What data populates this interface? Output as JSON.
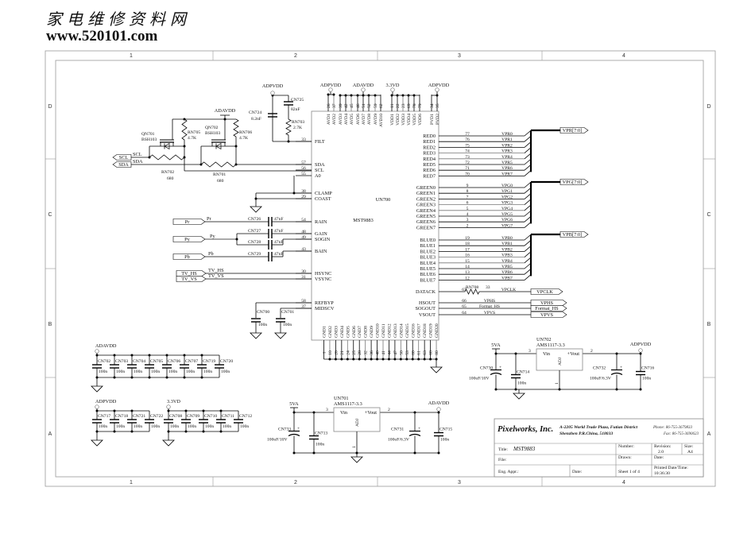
{
  "watermark": {
    "cn": "家电维修资料网",
    "url": "www.520101.com"
  },
  "frame": {
    "columns": [
      "1",
      "2",
      "3",
      "4"
    ],
    "rows": [
      "D",
      "C",
      "B",
      "A"
    ]
  },
  "power": {
    "adpvdd": "ADPVDD",
    "adavdd": "ADAVDD",
    "vd33": "3.3VD",
    "va5": "5VA"
  },
  "ic": {
    "ref": "UN700",
    "part": "MST9883",
    "top_pins": [
      {
        "pin": "26",
        "name": "AVD1"
      },
      {
        "pin": "37",
        "name": "AVD2"
      },
      {
        "pin": "39",
        "name": "AVD3"
      },
      {
        "pin": "42",
        "name": "AVD4"
      },
      {
        "pin": "45",
        "name": "AVD5"
      },
      {
        "pin": "46",
        "name": "AVD6"
      },
      {
        "pin": "51",
        "name": "AVD7"
      },
      {
        "pin": "52",
        "name": "AVD8"
      },
      {
        "pin": "59",
        "name": "AVD9"
      },
      {
        "pin": "62",
        "name": "AVD10"
      },
      {
        "pin": "11",
        "name": "VDD1"
      },
      {
        "pin": "22",
        "name": "VDD2"
      },
      {
        "pin": "23",
        "name": "VDD3"
      },
      {
        "pin": "69",
        "name": "VDD4"
      },
      {
        "pin": "78",
        "name": "VDD5"
      },
      {
        "pin": "79",
        "name": "VDD6"
      },
      {
        "pin": "34",
        "name": "PVD1"
      },
      {
        "pin": "35",
        "name": "PVD2"
      }
    ],
    "left_pins": [
      {
        "pin": "33",
        "name": "FILT"
      },
      {
        "pin": "57",
        "name": "SDA"
      },
      {
        "pin": "56",
        "name": "SCL"
      },
      {
        "pin": "55",
        "name": "A0"
      },
      {
        "pin": "38",
        "name": "CLAMP"
      },
      {
        "pin": "29",
        "name": "COAST"
      },
      {
        "pin": "54",
        "name": "RAIN"
      },
      {
        "pin": "48",
        "name": "GAIN"
      },
      {
        "pin": "49",
        "name": "SOGIN"
      },
      {
        "pin": "43",
        "name": "BAIN"
      },
      {
        "pin": "30",
        "name": "HSYNC"
      },
      {
        "pin": "31",
        "name": "VSYNC"
      },
      {
        "pin": "58",
        "name": "REFBYP"
      },
      {
        "pin": "37",
        "name": "MIDSCV"
      }
    ],
    "red": [
      {
        "name": "RED0",
        "pin": "77",
        "net": "VPR0"
      },
      {
        "name": "RED1",
        "pin": "76",
        "net": "VPR1"
      },
      {
        "name": "RED2",
        "pin": "75",
        "net": "VPR2"
      },
      {
        "name": "RED3",
        "pin": "74",
        "net": "VPR3"
      },
      {
        "name": "RED4",
        "pin": "73",
        "net": "VPR4"
      },
      {
        "name": "RED5",
        "pin": "72",
        "net": "VPR5"
      },
      {
        "name": "RED6",
        "pin": "71",
        "net": "VPR6"
      },
      {
        "name": "RED7",
        "pin": "70",
        "net": "VPR7"
      }
    ],
    "green": [
      {
        "name": "GREEN0",
        "pin": "9",
        "net": "VPG0"
      },
      {
        "name": "GREEN1",
        "pin": "8",
        "net": "VPG1"
      },
      {
        "name": "GREEN2",
        "pin": "7",
        "net": "VPG2"
      },
      {
        "name": "GREEN3",
        "pin": "6",
        "net": "VPG3"
      },
      {
        "name": "GREEN4",
        "pin": "5",
        "net": "VPG4"
      },
      {
        "name": "GREEN5",
        "pin": "4",
        "net": "VPG5"
      },
      {
        "name": "GREEN6",
        "pin": "3",
        "net": "VPG6"
      },
      {
        "name": "GREEN7",
        "pin": "2",
        "net": "VPG7"
      }
    ],
    "blue": [
      {
        "name": "BLUE0",
        "pin": "19",
        "net": "VPB0"
      },
      {
        "name": "BLUE1",
        "pin": "18",
        "net": "VPB1"
      },
      {
        "name": "BLUE2",
        "pin": "17",
        "net": "VPB2"
      },
      {
        "name": "BLUE3",
        "pin": "16",
        "net": "VPB3"
      },
      {
        "name": "BLUE4",
        "pin": "15",
        "net": "VPB4"
      },
      {
        "name": "BLUE5",
        "pin": "14",
        "net": "VPB5"
      },
      {
        "name": "BLUE6",
        "pin": "13",
        "net": "VPB6"
      },
      {
        "name": "BLUE7",
        "pin": "12",
        "net": "VPB7"
      }
    ],
    "right_misc": [
      {
        "name": "DATACK",
        "pin": "67",
        "net": "VPCLK"
      },
      {
        "name": "HSOUT",
        "pin": "66",
        "net": "VPHS"
      },
      {
        "name": "SOGOUT",
        "pin": "65",
        "net": "Format_HS"
      },
      {
        "name": "VSOUT",
        "pin": "64",
        "net": "VPVS"
      }
    ],
    "gnd_pins": [
      {
        "pin": "1",
        "name": "GND1"
      },
      {
        "pin": "10",
        "name": "GND2"
      },
      {
        "pin": "20",
        "name": "GND3"
      },
      {
        "pin": "21",
        "name": "GND4"
      },
      {
        "pin": "24",
        "name": "GND5"
      },
      {
        "pin": "25",
        "name": "GND6"
      },
      {
        "pin": "28",
        "name": "GND7"
      },
      {
        "pin": "32",
        "name": "GND8"
      },
      {
        "pin": "36",
        "name": "GND9"
      },
      {
        "pin": "40",
        "name": "GND10"
      },
      {
        "pin": "41",
        "name": "GND11"
      },
      {
        "pin": "44",
        "name": "GND12"
      },
      {
        "pin": "47",
        "name": "GND13"
      },
      {
        "pin": "50",
        "name": "GND14"
      },
      {
        "pin": "53",
        "name": "GND15"
      },
      {
        "pin": "60",
        "name": "GND16"
      },
      {
        "pin": "61",
        "name": "GND17"
      },
      {
        "pin": "63",
        "name": "GND18"
      },
      {
        "pin": "68",
        "name": "GND19"
      },
      {
        "pin": "80",
        "name": "GND20"
      }
    ]
  },
  "buses": [
    "VPR[7:0]",
    "VPG[7:0]",
    "VPB[7:0]"
  ],
  "i2c": {
    "scl": "SCL",
    "sda": "SDA",
    "qn701": "QN701",
    "qn702": "QN702",
    "bsh": "BSH103",
    "rn705": "RN705",
    "rn706": "RN706",
    "r47k": "4.7K",
    "rn702": "RN702",
    "rn701": "RN701",
    "r680": "680"
  },
  "filt": {
    "cn724": "CN724",
    "cn724_val": "8.2nF",
    "cn725": "CN725",
    "cn725_val": "82nF",
    "rn703": "RN703",
    "rn703_val": "2.7K"
  },
  "analog_in": {
    "pr": "Pr",
    "py": "Py",
    "pb": "Pb",
    "tv_hs": "TV_HS",
    "tv_vs": "TV_VS",
    "caps": [
      "CN726",
      "CN727",
      "CN728",
      "CN729"
    ],
    "cap_val": "47nF"
  },
  "ref_caps": {
    "cn700": "CN700",
    "cn701": "CN701",
    "val": "100n"
  },
  "datack": {
    "rn708": "RN708",
    "rn708_val": "33"
  },
  "decoupling": {
    "adavdd_caps": [
      "CN702",
      "CN703",
      "CN704",
      "CN705",
      "CN706",
      "CN707",
      "CN719",
      "CN720"
    ],
    "adpvdd_caps": [
      "CN717",
      "CN718",
      "CN721",
      "CN722"
    ],
    "vd33_caps": [
      "CN708",
      "CN709",
      "CN710",
      "CN711",
      "CN712"
    ],
    "val": "100n"
  },
  "reg1": {
    "ref": "UN701",
    "part": "AMS1117-3.3",
    "vin": "Vin",
    "vout": "+Vout",
    "adj": "ADJ",
    "pin_in": "3",
    "pin_out": "2",
    "pin_adj": "1",
    "cin": "CN733",
    "cin_val": "100uF/10V",
    "cin2": "CN713",
    "cin2_val": "100n",
    "cout": "CN731",
    "cout_val": "100uF/6.3V",
    "cout2": "CN715",
    "cout2_val": "100n"
  },
  "reg2": {
    "ref": "UN702",
    "part": "AMS1117-3.3",
    "vin": "Vin",
    "vout": "+Vout",
    "adj": "ADJ",
    "pin_in": "3",
    "pin_out": "2",
    "pin_adj": "1",
    "cin": "CN730",
    "cin_val": "100uF/10V",
    "cin2": "CN714",
    "cin2_val": "100n",
    "cout": "CN732",
    "cout_val": "100uF/6.3V",
    "cout2": "CN716",
    "cout2_val": "100n"
  },
  "title_block": {
    "company": "Pixelworks, Inc.",
    "address1": "A-2205 World Trade Plaza, Futian District",
    "address2": "Shenzhen P.R.China, 518033",
    "phone": "Phone: 86-755-3679833",
    "fax": "Fax: 86-755-3690623",
    "title_label": "Title:",
    "title_value": "MST9883",
    "number_label": "Number:",
    "revision_label": "Revision:",
    "revision_value": "2.0",
    "size_label": "Size:",
    "size_value": "A4",
    "file_label": "File:",
    "drawn_label": "Drawn:",
    "date_label": "Date:",
    "eng_label": "Eng. Appr.:",
    "date2_label": "Date:",
    "sheet": "Sheet 1  of  4",
    "printed_label": "Printed Date/Time:",
    "printed_value": "10:36:30"
  }
}
